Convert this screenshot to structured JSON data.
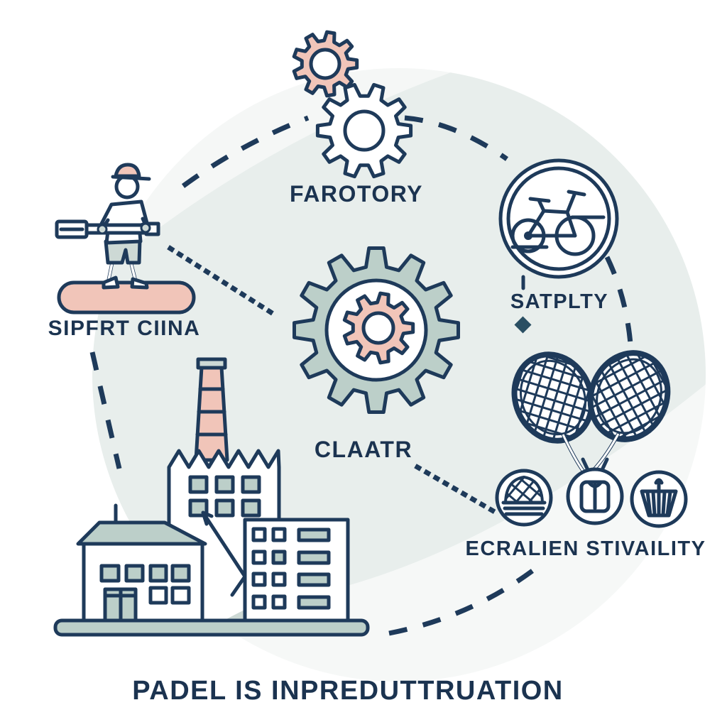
{
  "diagram": {
    "title": "PADEL IS INPREDUTTRUATION",
    "nodes": [
      {
        "id": "player",
        "label": "SIPFRT CIINA",
        "icon": "paddleboard-player-icon"
      },
      {
        "id": "gears-top",
        "label": "FAROTORY",
        "icon": "double-gear-icon"
      },
      {
        "id": "bicycle",
        "label": "SATPLTY",
        "icon": "bicycle-badge-icon"
      },
      {
        "id": "gear-center",
        "label": "CLAATR",
        "icon": "nested-gear-icon"
      },
      {
        "id": "equipment",
        "label": "ECRALIEN STIVAILITY",
        "icon": "rackets-and-badges-icon"
      },
      {
        "id": "factory",
        "label": "",
        "icon": "factory-building-icon"
      }
    ],
    "colors": {
      "navy": "#1e3a5a",
      "text": "#1b3350",
      "pink": "#f1c5b9",
      "sage": "#bccfc9",
      "sage_light": "#cdd9d5",
      "pale": "#e8eeec",
      "white": "#ffffff"
    }
  }
}
